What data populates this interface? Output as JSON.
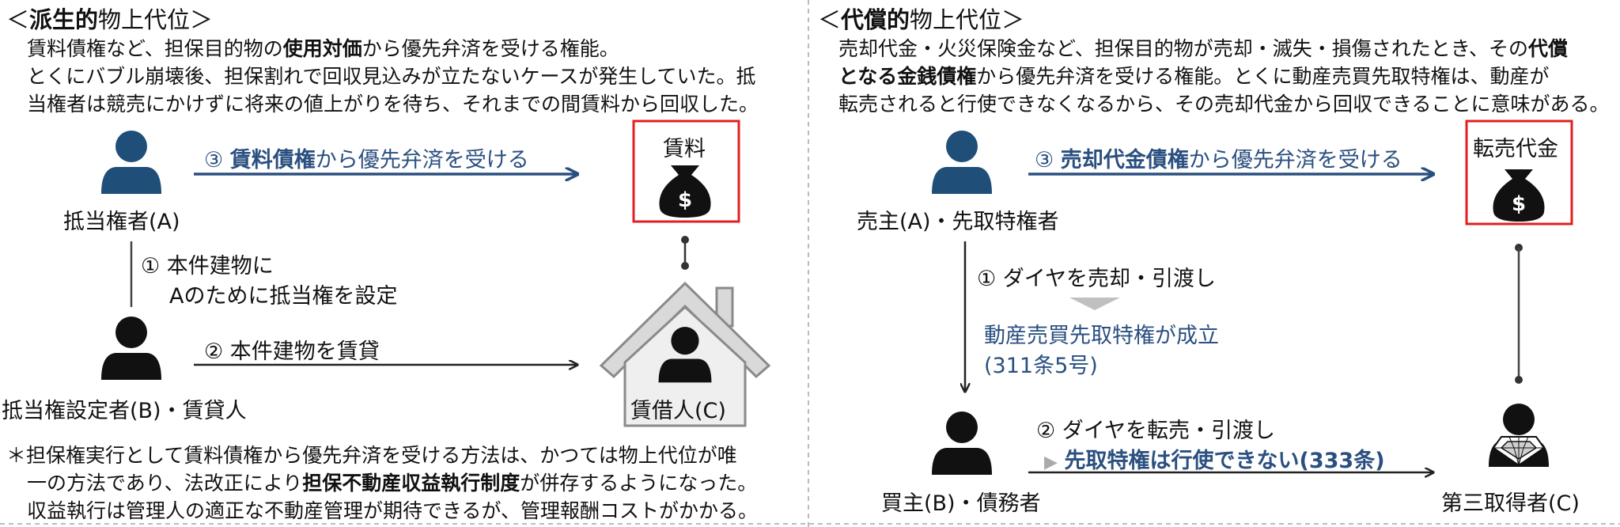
{
  "left": {
    "heading": {
      "pre": "＜",
      "bold": "派生的",
      "post": "物上代位＞"
    },
    "desc": {
      "line1_pre": "賃料債権など、担保目的物の",
      "line1_bold": "使用対価",
      "line1_post": "から優先弁済を受ける権能。",
      "line2": "とくにバブル崩壊後、担保割れで回収見込みが立たないケースが発生していた。抵",
      "line3": "当権者は競売にかけずに将来の値上がりを待ち、それまでの間賃料から回収した。"
    },
    "mortgagee_label": "抵当権者(A)",
    "setter_label": "抵当権設定者(B)・賃貸人",
    "tenant_label": "賃借人(C)",
    "rent_label": "賃料",
    "arrow1_line1": "① 本件建物に",
    "arrow1_line2": "Aのために抵当権を設定",
    "arrow2": "② 本件建物を賃貸",
    "arrow3_pre": "③ ",
    "arrow3_bold": "賃料債権",
    "arrow3_post": "から優先弁済を受ける",
    "note": {
      "line1": "＊担保権実行として賃料債権から優先弁済を受ける方法は、かつては物上代位が唯",
      "line2_pre": "一の方法であり、法改正により",
      "line2_bold": "担保不動産収益執行制度",
      "line2_post": "が併存するようになった。",
      "line3": "収益執行は管理人の適正な不動産管理が期待できるが、管理報酬コストがかかる。"
    }
  },
  "right": {
    "heading": {
      "pre": "＜",
      "bold": "代償的",
      "post": "物上代位＞"
    },
    "desc": {
      "line1_pre": "売却代金・火災保険金など、担保目的物が売却・滅失・損傷されたとき、その",
      "line1_bold": "代償",
      "line2_bold": "となる金銭債権",
      "line2_post": "から優先弁済を受ける権能。とくに動産売買先取特権は、動産が",
      "line3": "転売されると行使できなくなるから、その売却代金から回収できることに意味がある。"
    },
    "seller_label": "売主(A)・先取特権者",
    "buyer_label": "買主(B)・債務者",
    "third_label": "第三取得者(C)",
    "proceeds_label": "転売代金",
    "arrow1": "① ダイヤを売却・引渡し",
    "established_line1": "動産売買先取特権が成立",
    "established_line2": "(311条5号)",
    "arrow2_line1": "② ダイヤを転売・引渡し",
    "arrow2_line2_marker": "▶",
    "arrow2_line2": "先取特権は行使できない(333条)",
    "arrow3_pre": "③ ",
    "arrow3_bold": "売却代金債権",
    "arrow3_post": "から優先弁済を受ける"
  },
  "colors": {
    "blue": "#2a4f80",
    "navy_person": "#1f4e79",
    "red_box": "#e02020",
    "grey_house": "#9e9e9e",
    "grey_arrowhead": "#c0c0c0"
  },
  "icons": [
    "person-icon",
    "money-bag-icon",
    "house-icon",
    "diamond-person-icon"
  ]
}
